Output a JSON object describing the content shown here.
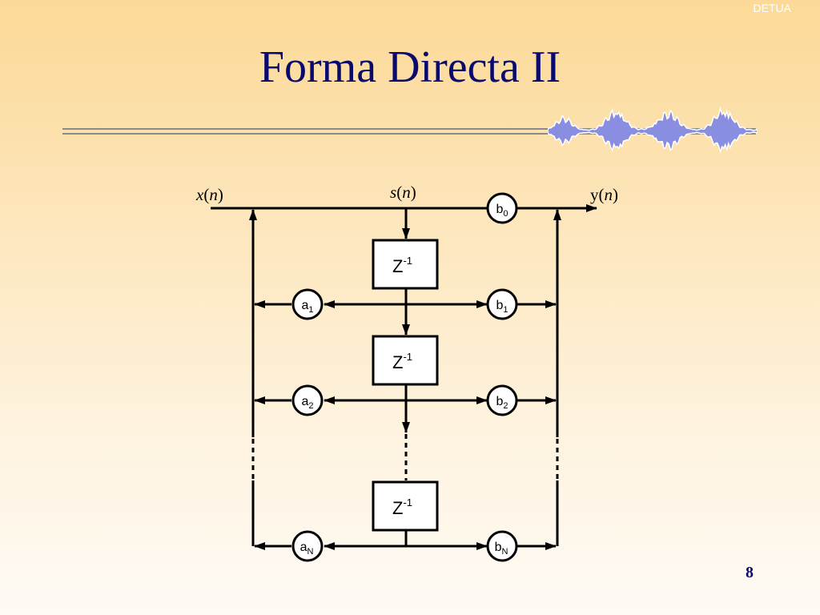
{
  "header": {
    "organization": "DETUA"
  },
  "slide": {
    "title": "Forma Directa II",
    "page_number": "8"
  },
  "diagram": {
    "input_var": "x",
    "input_arg": "n",
    "state_var": "s",
    "state_arg": "n",
    "output_var": "y",
    "output_arg": "n",
    "delay": {
      "symbol": "Z",
      "exponent": "-1"
    },
    "feedback_coefficients": [
      {
        "base": "a",
        "sub": "1"
      },
      {
        "base": "a",
        "sub": "2"
      },
      {
        "base": "a",
        "sub": "N"
      }
    ],
    "feedforward_coefficients": [
      {
        "base": "b",
        "sub": "0"
      },
      {
        "base": "b",
        "sub": "1"
      },
      {
        "base": "b",
        "sub": "2"
      },
      {
        "base": "b",
        "sub": "N"
      }
    ]
  },
  "colors": {
    "title": "#0a0a6e",
    "line": "#000000",
    "rule": "#8a8a8a",
    "waveform": "#8a8ee0"
  },
  "icons": {
    "waveform": "audio-waveform-icon"
  }
}
